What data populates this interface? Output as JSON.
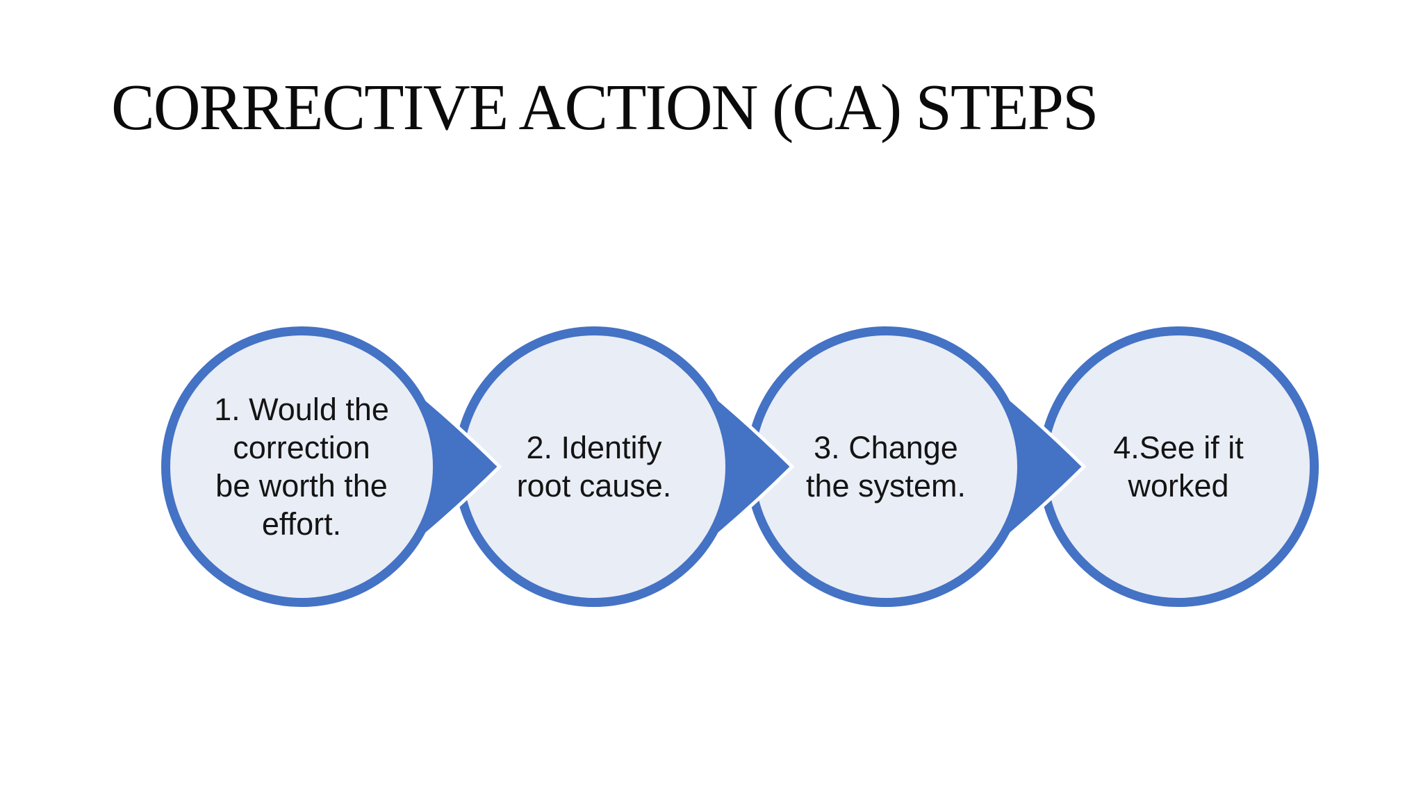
{
  "slide": {
    "title": "CORRECTIVE ACTION (CA) STEPS",
    "steps": [
      {
        "label": "1. Would the correction be worth the effort.",
        "lines": [
          "1. Would the",
          "correction",
          "be worth the",
          "effort."
        ]
      },
      {
        "label": "2. Identify root cause.",
        "lines": [
          "2. Identify",
          "root cause."
        ]
      },
      {
        "label": "3. Change the system.",
        "lines": [
          "3. Change",
          "the system."
        ]
      },
      {
        "label": "4.See if it worked",
        "lines": [
          "4.See if it",
          "worked"
        ]
      }
    ],
    "colors": {
      "accent": "#4472C4",
      "circle_fill": "#E9EDF5",
      "outline_white": "#FFFFFF",
      "title_text": "#0B0B0B",
      "step_text": "#141414",
      "background": "#FFFFFF"
    }
  }
}
